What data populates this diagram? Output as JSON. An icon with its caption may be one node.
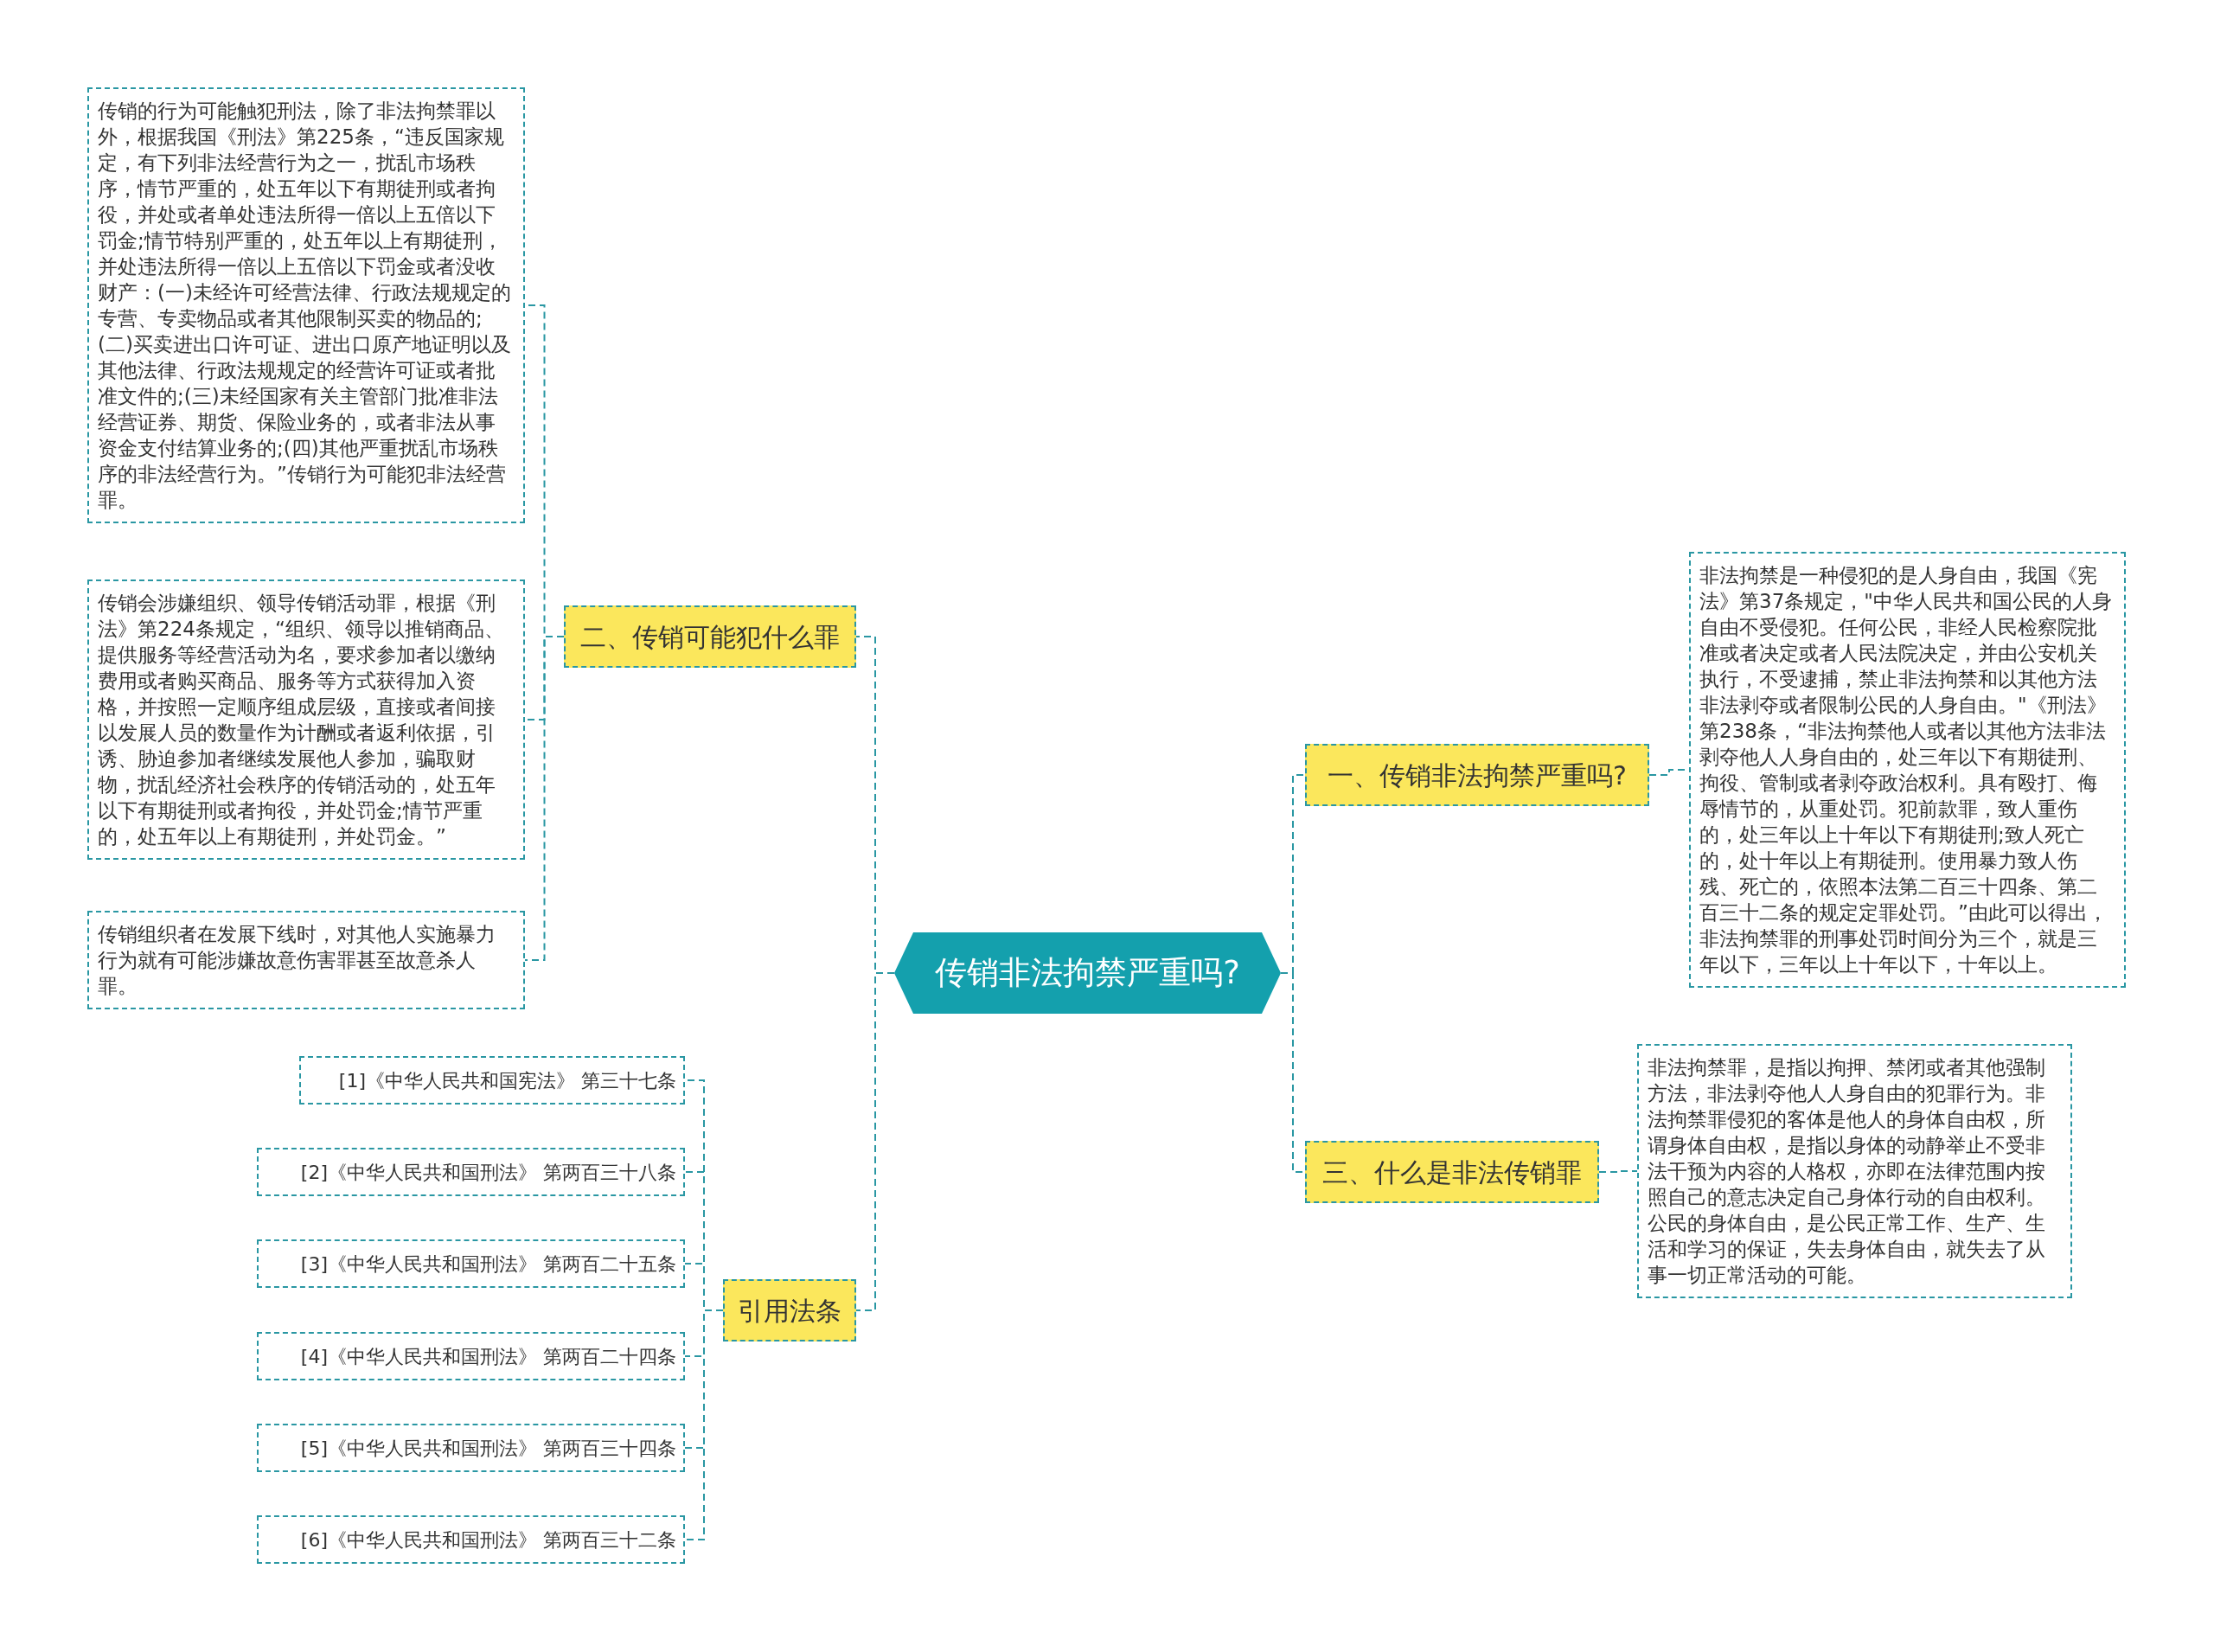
{
  "diagram": {
    "nodes": [
      {
        "text": [
          "传销非法拘禁严重吗?"
        ]
      },
      {
        "text": [
          "二、传销可能犯什么罪"
        ]
      },
      {
        "text": [
          "传销的行为可能触犯刑法，除了非法拘禁罪以外，根据我国《刑法》第225条，“违反国家规定，有下列非法经营行为之一，扰乱市场秩序，情节严重的，处五年以下有期徒刑或者拘役，并处或者单处违法所得一倍以上五倍以下罚金;情节特别严重的，处五年以上有期徒刑，并处违法所得一倍以上五倍以下罚金或者没收财产：(一)未经许可经营法律、行政法规规定的专营、专卖物品或者其他限制买卖的物品的;(二)买卖进出口许可证、进出口原产地证明以及其他法律、行政法规规定的经营许可证或者批准文件的;(三)未经国家有关主管部门批准非法经营证券、期货、保险业务的，或者非法从事资金支付结算业务的;(四)其他严重扰乱市场秩序的非法经营行为。”传销行为可能犯非法经营罪。"
        ]
      },
      {
        "text": [
          "传销会涉嫌组织、领导传销活动罪，根据《刑法》第224条规定，“组织、领导以推销商品、提供服务等经营活动为名，要求参加者以缴纳费用或者购买商品、服务等方式获得加入资格，并按照一定顺序组成层级，直接或者间接以发展人员的数量作为计酬或者返利依据，引诱、胁迫参加者继续发展他人参加，骗取财物，扰乱经济社会秩序的传销活动的，处五年以下有期徒刑或者拘役，并处罚金;情节严重的，处五年以上有期徒刑，并处罚金。”"
        ]
      },
      {
        "text": [
          "传销组织者在发展下线时，对其他人实施暴力行为就有可能涉嫌故意伤害罪甚至故意杀人罪。"
        ]
      },
      {
        "text": [
          "一、传销非法拘禁严重吗?"
        ]
      },
      {
        "text": [
          "非法拘禁是一种侵犯的是人身自由，我国《宪法》第37条规定，\"中华人民共和国公民的人身自由不受侵犯。任何公民，非经人民检察院批准或者决定或者人民法院决定，并由公安机关执行，不受逮捕，禁止非法拘禁和以其他方法非法剥夺或者限制公民的人身自由。\"《刑法》第238条，“非法拘禁他人或者以其他方法非法剥夺他人人身自由的，处三年以下有期徒刑、拘役、管制或者剥夺政治权利。具有殴打、侮辱情节的，从重处罚。犯前款罪，致人重伤的，处三年以上十年以下有期徒刑;致人死亡的，处十年以上有期徒刑。使用暴力致人伤残、死亡的，依照本法第二百三十四条、第二百三十二条的规定定罪处罚。”由此可以得出，非法拘禁罪的刑事处罚时间分为三个，就是三年以下，三年以上十年以下，十年以上。"
        ]
      },
      {
        "text": [
          "三、什么是非法传销罪"
        ]
      },
      {
        "text": [
          "非法拘禁罪，是指以拘押、禁闭或者其他强制方法，非法剥夺他人人身自由的犯罪行为。非法拘禁罪侵犯的客体是他人的身体自由权，所谓身体自由权，是指以身体的动静举止不受非法干预为内容的人格权，亦即在法律范围内按照自己的意志决定自己身体行动的自由权利。公民的身体自由，是公民正常工作、生产、生活和学习的保证，失去身体自由，就失去了从事一切正常活动的可能。"
        ]
      },
      {
        "text": [
          "引用法条"
        ]
      },
      {
        "text": [
          "[1]《中华人民共和国宪法》 第三十七条"
        ]
      },
      {
        "text": [
          "[2]《中华人民共和国刑法》 第两百三十八条"
        ]
      },
      {
        "text": [
          "[3]《中华人民共和国刑法》 第两百二十五条"
        ]
      },
      {
        "text": [
          "[4]《中华人民共和国刑法》 第两百二十四条"
        ]
      },
      {
        "text": [
          "[5]《中华人民共和国刑法》 第两百三十四条"
        ]
      },
      {
        "text": [
          "[6]《中华人民共和国刑法》 第两百三十二条"
        ]
      }
    ],
    "edges": [
      {
        "from": 0,
        "to": 1,
        "arrow": "none",
        "style": "dashed"
      },
      {
        "from": 1,
        "to": 2,
        "arrow": "none",
        "style": "dashed"
      },
      {
        "from": 1,
        "to": 3,
        "arrow": "none",
        "style": "dashed"
      },
      {
        "from": 1,
        "to": 4,
        "arrow": "none",
        "style": "dashed"
      },
      {
        "from": 0,
        "to": 5,
        "arrow": "none",
        "style": "dashed"
      },
      {
        "from": 5,
        "to": 6,
        "arrow": "none",
        "style": "dashed"
      },
      {
        "from": 0,
        "to": 7,
        "arrow": "none",
        "style": "dashed"
      },
      {
        "from": 7,
        "to": 8,
        "arrow": "none",
        "style": "dashed"
      },
      {
        "from": 0,
        "to": 9,
        "arrow": "none",
        "style": "dashed"
      },
      {
        "from": 9,
        "to": 10,
        "arrow": "none",
        "style": "dashed"
      },
      {
        "from": 9,
        "to": 11,
        "arrow": "none",
        "style": "dashed"
      },
      {
        "from": 9,
        "to": 12,
        "arrow": "none",
        "style": "dashed"
      },
      {
        "from": 9,
        "to": 13,
        "arrow": "none",
        "style": "dashed"
      },
      {
        "from": 9,
        "to": 14,
        "arrow": "none",
        "style": "dashed"
      },
      {
        "from": 9,
        "to": 15,
        "arrow": "none",
        "style": "dashed"
      }
    ]
  }
}
